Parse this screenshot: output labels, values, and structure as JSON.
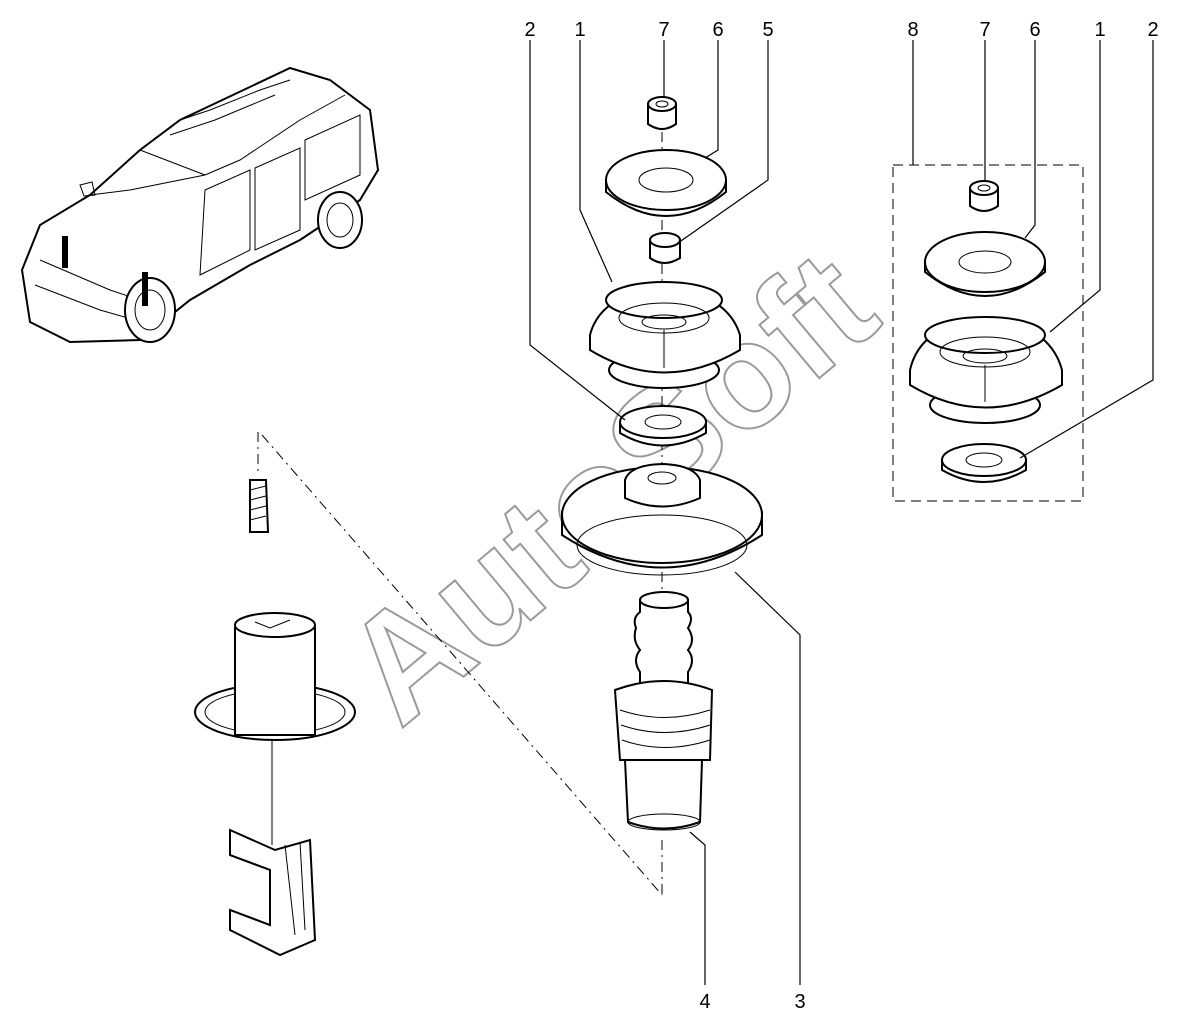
{
  "watermark": "AutoSoft",
  "callouts": {
    "left_2": "2",
    "left_1": "1",
    "left_7": "7",
    "left_6": "6",
    "left_5": "5",
    "kit_8": "8",
    "kit_7": "7",
    "kit_6": "6",
    "kit_1": "1",
    "kit_2": "2",
    "bottom_4": "4",
    "bottom_3": "3"
  },
  "colors": {
    "line": "#000000",
    "watermark": "#9a9a9a",
    "background": "#ffffff"
  }
}
